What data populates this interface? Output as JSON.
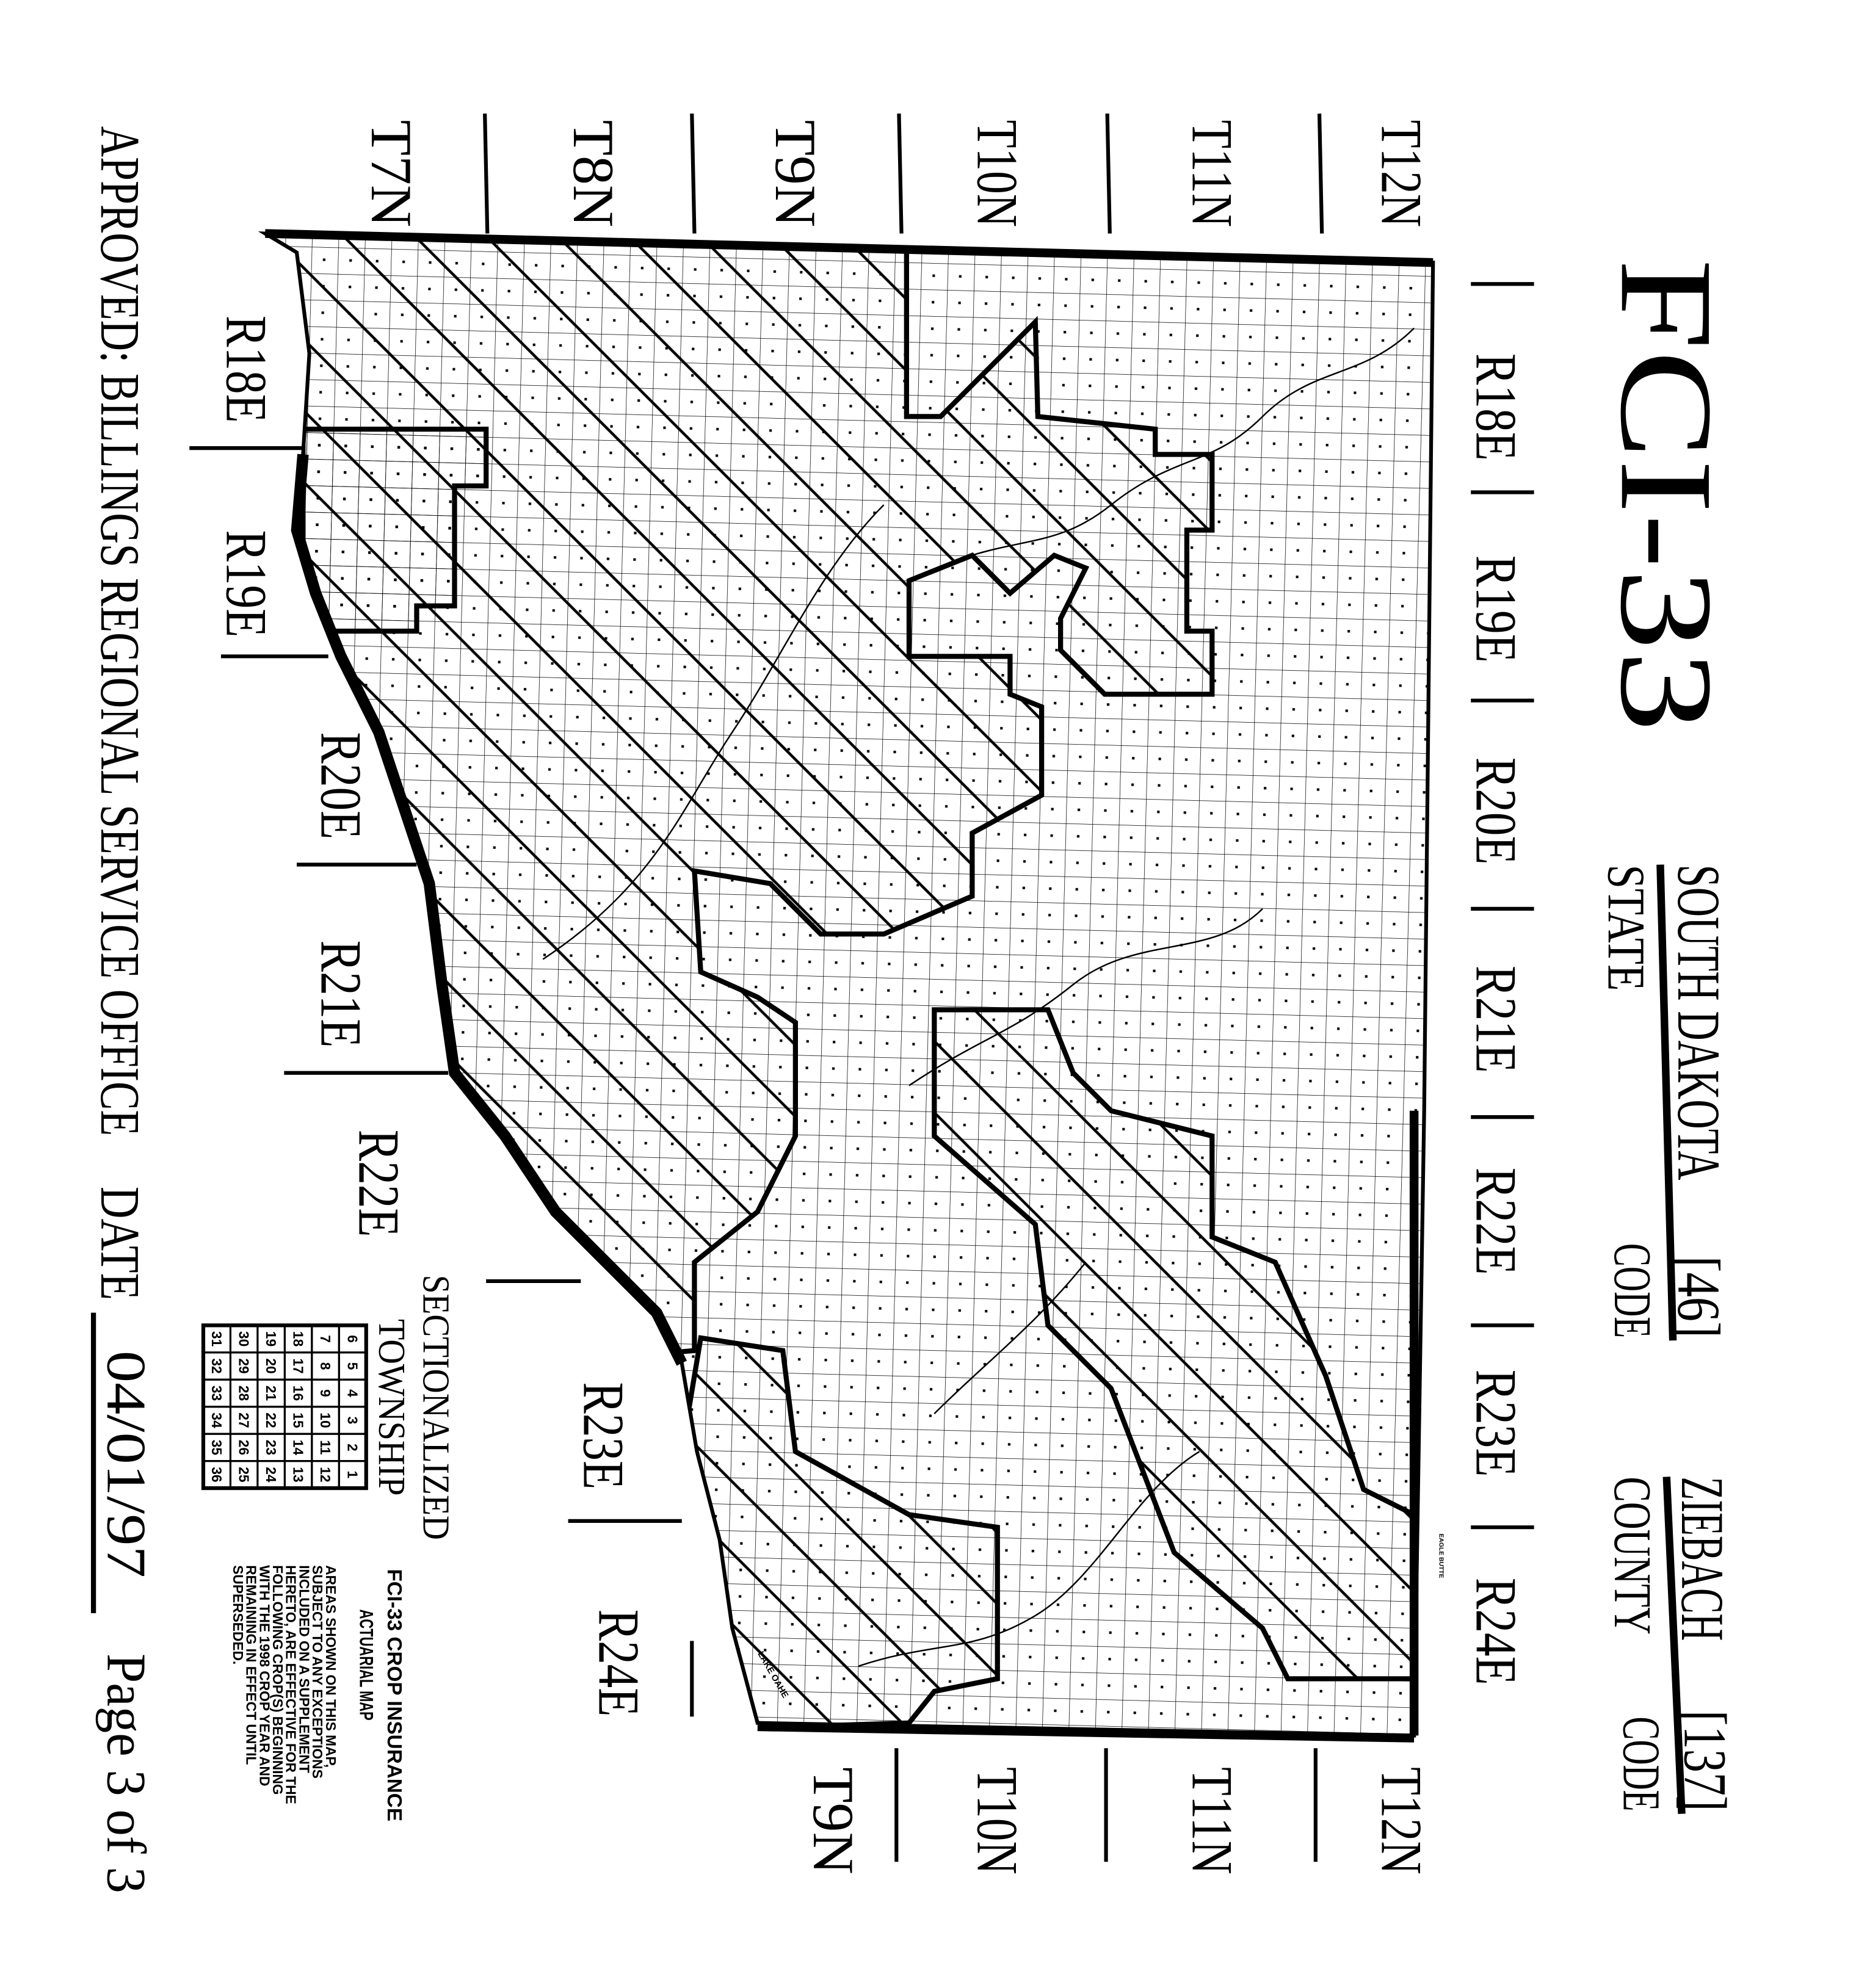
{
  "header": {
    "form_id": "FCI-33",
    "state_name": "SOUTH DAKOTA",
    "state_code": "[46]",
    "state_label": "STATE",
    "state_code_label": "CODE",
    "county_name": "ZIEBACH",
    "county_code": "[137]",
    "county_label": "COUNTY",
    "county_code_label": "CODE"
  },
  "footer": {
    "approved": "APPROVED: BILLINGS REGIONAL SERVICE OFFICE",
    "date_label": "DATE",
    "date_value": "04/01/97",
    "page": "Page 3 of 3"
  },
  "townships_top": [
    "T12N",
    "T11N",
    "T10N",
    "T9N",
    "T8N",
    "T7N"
  ],
  "townships_bottom": [
    "T12N",
    "T11N",
    "T10N",
    "T9N"
  ],
  "ranges_right": [
    "R18E",
    "R19E",
    "R20E",
    "R21E",
    "R22E",
    "R23E",
    "R24E"
  ],
  "ranges_left": [
    "R18E",
    "R19E",
    "R20E",
    "R21E",
    "R22E",
    "R23E",
    "R24E"
  ],
  "map_labels": {
    "town": "EAGLE BUTTE",
    "lake": "LAKE OAHE"
  },
  "legend": {
    "title_line1": "SECTIONALIZED",
    "title_line2": "TOWNSHIP",
    "grid": [
      [
        "6",
        "5",
        "4",
        "3",
        "2",
        "1"
      ],
      [
        "7",
        "8",
        "9",
        "10",
        "11",
        "12"
      ],
      [
        "18",
        "17",
        "16",
        "15",
        "14",
        "13"
      ],
      [
        "19",
        "20",
        "21",
        "22",
        "23",
        "24"
      ],
      [
        "30",
        "29",
        "28",
        "27",
        "26",
        "25"
      ],
      [
        "31",
        "32",
        "33",
        "34",
        "35",
        "36"
      ]
    ],
    "notice_title": "FCI-33 CROP INSURANCE",
    "notice_subtitle": "ACTUARIAL MAP",
    "notice_lines": [
      "AREAS SHOWN ON THIS MAP,",
      "SUBJECT TO ANY EXCEPTIONS",
      "INCLUDED ON A SUPPLEMENT",
      "HERETO, ARE EFFECTIVE FOR THE",
      "FOLLOWING CROP(S) BEGINNING",
      "WITH THE 1998 CROP YEAR AND",
      "REMAINING IN EFFECT UNTIL",
      "SUPERSEDED."
    ]
  }
}
